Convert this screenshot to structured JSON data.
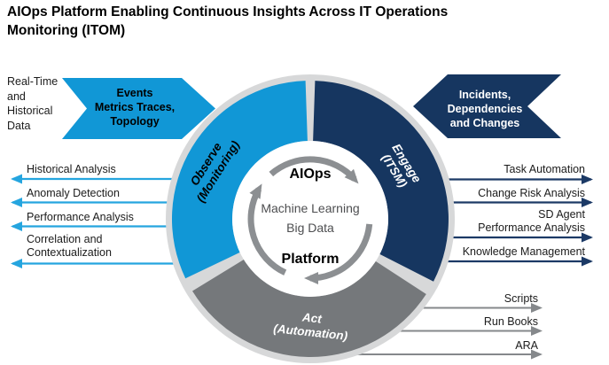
{
  "title": "AIOps Platform Enabling Continuous Insights Across IT Operations\nMonitoring (ITOM)",
  "colors": {
    "observe_blue": "#1197D6",
    "engage_navy": "#163660",
    "act_gray": "#75787B",
    "outer_ring_gray": "#D7D8D9",
    "cycle_arrow_gray": "#8C8F92",
    "left_arrow_blue": "#25A5DF",
    "right_arrow_navy": "#1C3A66",
    "act_arrow_gray": "#85888B"
  },
  "left_flow": {
    "source_text": "Real-Time\nand\nHistorical\nData",
    "banner_text": "Events\nMetrics Traces,\nTopology"
  },
  "right_flow": {
    "banner_text": "Incidents,\nDependencies\nand Changes"
  },
  "segments": {
    "observe": {
      "label": "Observe\n(Monitoring)"
    },
    "engage": {
      "label": "Engage\n(ITSM)"
    },
    "act": {
      "label": "Act\n(Automation)"
    }
  },
  "center": {
    "top": "AIOps",
    "mid1": "Machine Learning",
    "mid2": "Big Data",
    "bottom": "Platform"
  },
  "outputs": {
    "observe": [
      "Historical Analysis",
      "Anomaly Detection",
      "Performance Analysis",
      "Correlation and\nContextualization"
    ],
    "engage": [
      "Task Automation",
      "Change Risk Analysis",
      "SD Agent\nPerformance Analysis",
      "Knowledge Management"
    ],
    "act": [
      "Scripts",
      "Run Books",
      "ARA"
    ]
  }
}
